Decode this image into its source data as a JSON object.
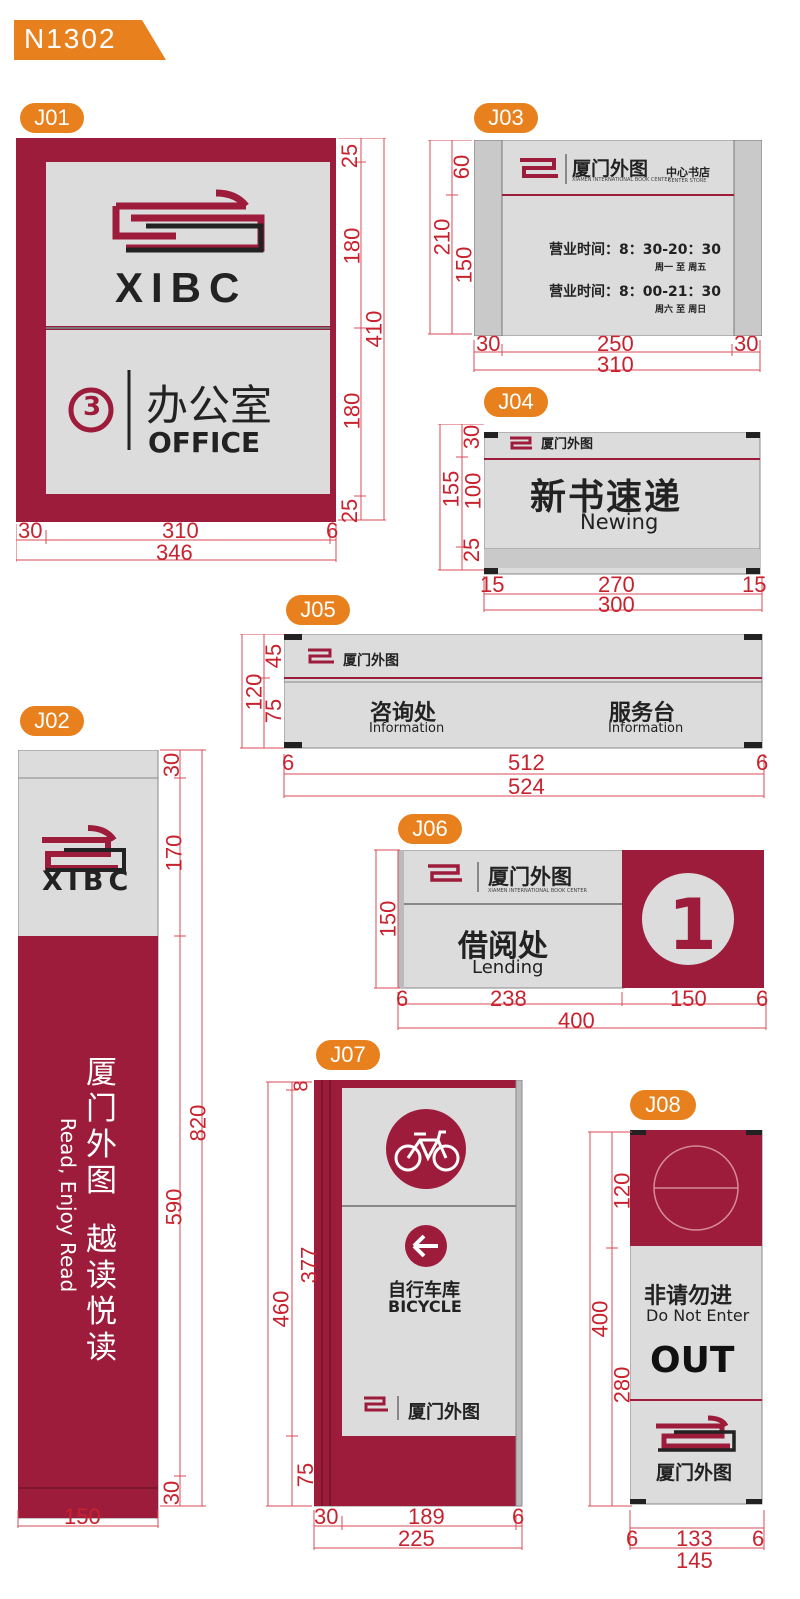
{
  "title": "N1302",
  "signs": {
    "j01": {
      "code": "J01",
      "brand": "XIBC",
      "number": "3",
      "cn": "办公室",
      "en": "OFFICE",
      "dims": {
        "top": "25",
        "mid1": "180",
        "mid2": "180",
        "bot": "25",
        "total_h": "410",
        "left": "30",
        "main": "310",
        "right": "6",
        "total_w": "346"
      }
    },
    "j02": {
      "code": "J02",
      "brand": "XIBC",
      "cn1": "厦门外图",
      "cn2": "越读悦读",
      "en": "Read, Enjoy Read",
      "dims": {
        "top": "30",
        "logo": "170",
        "body": "590",
        "bot": "30",
        "total_h": "820",
        "w": "150"
      }
    },
    "j03": {
      "code": "J03",
      "name_cn": "厦门外图",
      "name_en": "XIAMEN INTERNATIONAL BOOK CENTER",
      "store_cn": "中心书店",
      "store_en": "CENTER STORE",
      "hours1": "营业时间：8：30-20：30",
      "days1": "周一 至 周五",
      "hours2": "营业时间：8：00-21：30",
      "days2": "周六 至 周日",
      "dims": {
        "h1": "60",
        "h2": "150",
        "total_h": "210",
        "left": "30",
        "main": "250",
        "right": "30",
        "total_w": "310"
      }
    },
    "j04": {
      "code": "J04",
      "logo_cn": "厦门外图",
      "cn": "新书速递",
      "en": "Newing",
      "dims": {
        "h1": "30",
        "h2": "100",
        "h3": "25",
        "total_h": "155",
        "left": "15",
        "main": "270",
        "right": "15",
        "total_w": "300"
      }
    },
    "j05": {
      "code": "J05",
      "logo_cn": "厦门外图",
      "left_cn": "咨询处",
      "left_en": "Information",
      "right_cn": "服务台",
      "right_en": "Information",
      "dims": {
        "h1": "45",
        "h2": "75",
        "total_h": "120",
        "left": "6",
        "main": "512",
        "right": "6",
        "total_w": "524"
      }
    },
    "j06": {
      "code": "J06",
      "logo_cn": "厦门外图",
      "logo_en": "XIAMEN INTERNATIONAL BOOK CENTER",
      "cn": "借阅处",
      "en": "Lending",
      "number": "1",
      "dims": {
        "h": "150",
        "left": "6",
        "main": "238",
        "num": "150",
        "right": "6",
        "total_w": "400"
      }
    },
    "j07": {
      "code": "J07",
      "cn": "自行车库",
      "en": "BICYCLE",
      "logo_cn": "厦门外图",
      "dims": {
        "top": "8",
        "mid": "377",
        "bot": "75",
        "total_h": "460",
        "left": "30",
        "main": "189",
        "right": "6",
        "total_w": "225"
      }
    },
    "j08": {
      "code": "J08",
      "cn": "非请勿进",
      "en": "Do Not Enter",
      "big": "OUT",
      "logo_cn": "厦门外图",
      "dims": {
        "top": "120",
        "bot": "280",
        "total_h": "400",
        "left": "6",
        "main": "133",
        "right": "6",
        "total_w": "145"
      }
    }
  },
  "colors": {
    "brand": "#9e1c3b",
    "panel": "#dcdcdc",
    "orange": "#e8811d",
    "dim": "#c8222e"
  }
}
